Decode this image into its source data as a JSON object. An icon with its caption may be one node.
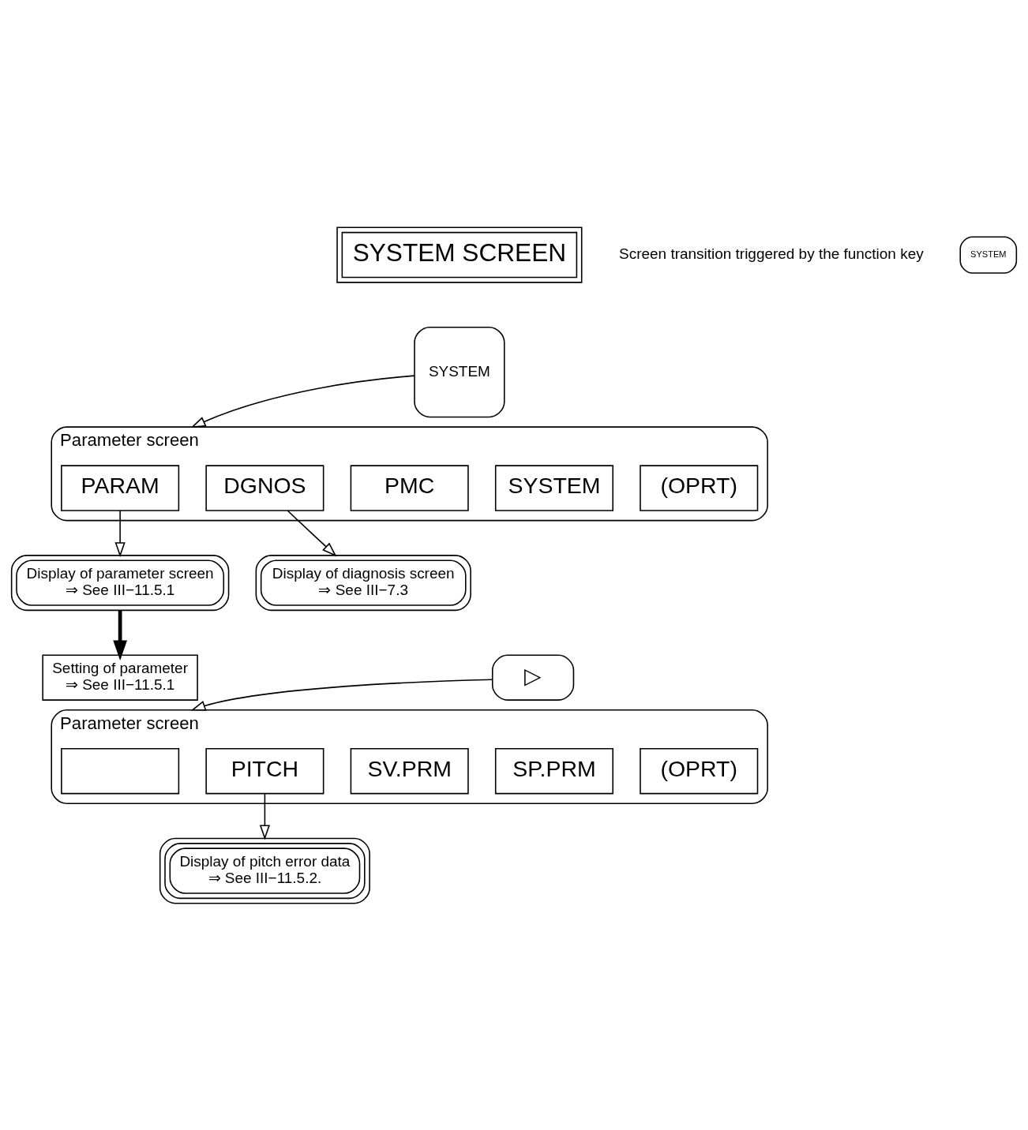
{
  "diagram": {
    "nodes": [
      {
        "text": [
          "SYSTEM SCREEN"
        ]
      },
      {
        "text": [
          "SYSTEM"
        ]
      },
      {
        "text": [
          "SYSTEM"
        ]
      },
      {
        "text": [
          "Parameter screen"
        ]
      },
      {
        "text": [
          "PARAM"
        ],
        "in": 3
      },
      {
        "text": [
          "DGNOS"
        ],
        "in": 3
      },
      {
        "text": [
          "PMC"
        ],
        "in": 3
      },
      {
        "text": [
          "SYSTEM"
        ],
        "in": 3
      },
      {
        "text": [
          "(OPRT)"
        ],
        "in": 3
      },
      {
        "text": [
          "▷"
        ]
      },
      {
        "text": [
          "Display of parameter screen",
          "⇒ See III−11.5.1"
        ]
      },
      {
        "text": [
          "Display of diagnosis screen",
          "⇒ See III−7.3"
        ]
      },
      {
        "text": [
          "Setting of parameter",
          "⇒ See III−11.5.1"
        ]
      },
      {
        "text": [
          "Parameter screen"
        ]
      },
      {
        "text": [],
        "shape": "box",
        "in": 13
      },
      {
        "text": [
          "PITCH"
        ],
        "in": 13
      },
      {
        "text": [
          "SV.PRM"
        ],
        "in": 13
      },
      {
        "text": [
          "SP.PRM"
        ],
        "in": 13
      },
      {
        "text": [
          "(OPRT)"
        ],
        "in": 13
      },
      {
        "text": [
          "Display of pitch error data",
          "⇒ See III−11.5.2."
        ]
      }
    ],
    "edges": [
      {
        "from": 2,
        "to": 3,
        "arrow": "to"
      },
      {
        "from": 4,
        "to": 10,
        "arrow": "to"
      },
      {
        "from": 5,
        "to": 11,
        "arrow": "to"
      },
      {
        "from": 10,
        "to": 12,
        "arrow": "to",
        "style": "thick"
      },
      {
        "from": 9,
        "to": 13,
        "arrow": "to"
      },
      {
        "from": 15,
        "to": 19,
        "arrow": "to"
      }
    ],
    "labels": [
      "Screen transition triggered by the function key"
    ]
  }
}
